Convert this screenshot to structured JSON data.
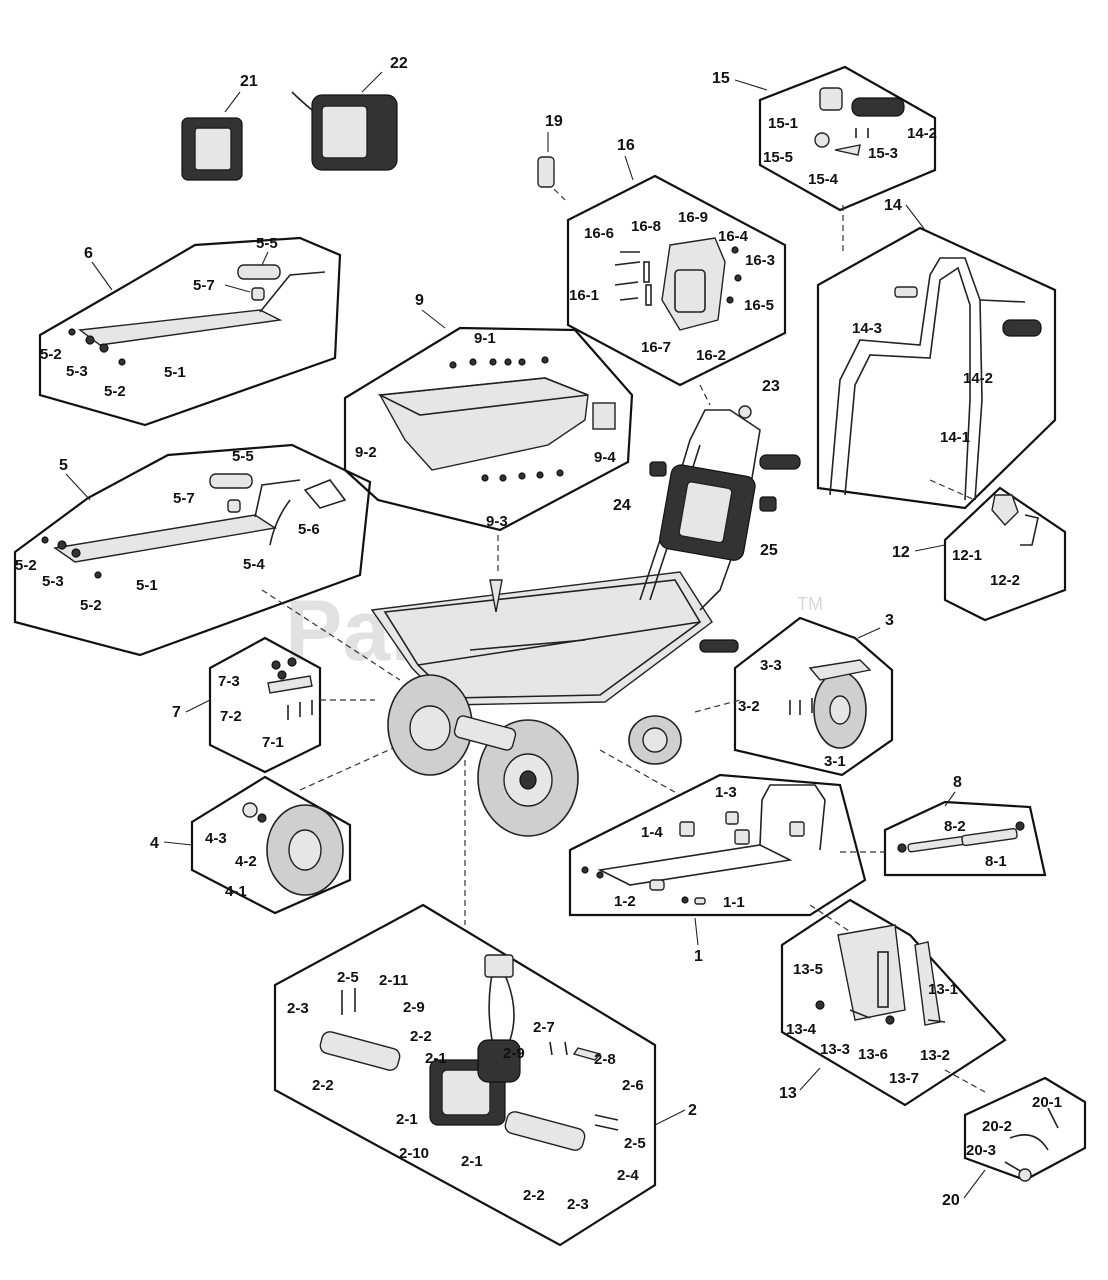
{
  "watermark": {
    "text": "PartsTree",
    "trademark": "TM"
  },
  "groups": [
    {
      "id": "1",
      "label": "1",
      "subparts": [
        "1-1",
        "1-2",
        "1-3",
        "1-4"
      ]
    },
    {
      "id": "2",
      "label": "2",
      "subparts": [
        "2-1",
        "2-1",
        "2-1",
        "2-2",
        "2-2",
        "2-2",
        "2-3",
        "2-3",
        "2-4",
        "2-5",
        "2-5",
        "2-6",
        "2-7",
        "2-8",
        "2-9",
        "2-9",
        "2-10",
        "2-11"
      ]
    },
    {
      "id": "3",
      "label": "3",
      "subparts": [
        "3-1",
        "3-2",
        "3-3"
      ]
    },
    {
      "id": "4",
      "label": "4",
      "subparts": [
        "4-1",
        "4-2",
        "4-3"
      ]
    },
    {
      "id": "5",
      "label": "5",
      "subparts": [
        "5-1",
        "5-2",
        "5-2",
        "5-3",
        "5-4",
        "5-5",
        "5-6",
        "5-7"
      ]
    },
    {
      "id": "6",
      "label": "6",
      "subparts": [
        "5-1",
        "5-2",
        "5-2",
        "5-3",
        "5-5",
        "5-7"
      ]
    },
    {
      "id": "7",
      "label": "7",
      "subparts": [
        "7-1",
        "7-2",
        "7-3"
      ]
    },
    {
      "id": "8",
      "label": "8",
      "subparts": [
        "8-1",
        "8-2"
      ]
    },
    {
      "id": "9",
      "label": "9",
      "subparts": [
        "9-1",
        "9-2",
        "9-3",
        "9-4"
      ]
    },
    {
      "id": "12",
      "label": "12",
      "subparts": [
        "12-1",
        "12-2"
      ]
    },
    {
      "id": "13",
      "label": "13",
      "subparts": [
        "13-1",
        "13-2",
        "13-3",
        "13-4",
        "13-5",
        "13-6",
        "13-7"
      ]
    },
    {
      "id": "14",
      "label": "14",
      "subparts": [
        "14-1",
        "14-2",
        "14-3"
      ]
    },
    {
      "id": "15",
      "label": "15",
      "subparts": [
        "15-1",
        "15-3",
        "15-4",
        "15-5",
        "14-2"
      ]
    },
    {
      "id": "16",
      "label": "16",
      "subparts": [
        "16-1",
        "16-2",
        "16-3",
        "16-4",
        "16-5",
        "16-6",
        "16-7",
        "16-8",
        "16-9"
      ]
    },
    {
      "id": "20",
      "label": "20",
      "subparts": [
        "20-1",
        "20-2",
        "20-3"
      ]
    }
  ],
  "standalone_parts": [
    "19",
    "21",
    "22",
    "23",
    "24",
    "25"
  ]
}
